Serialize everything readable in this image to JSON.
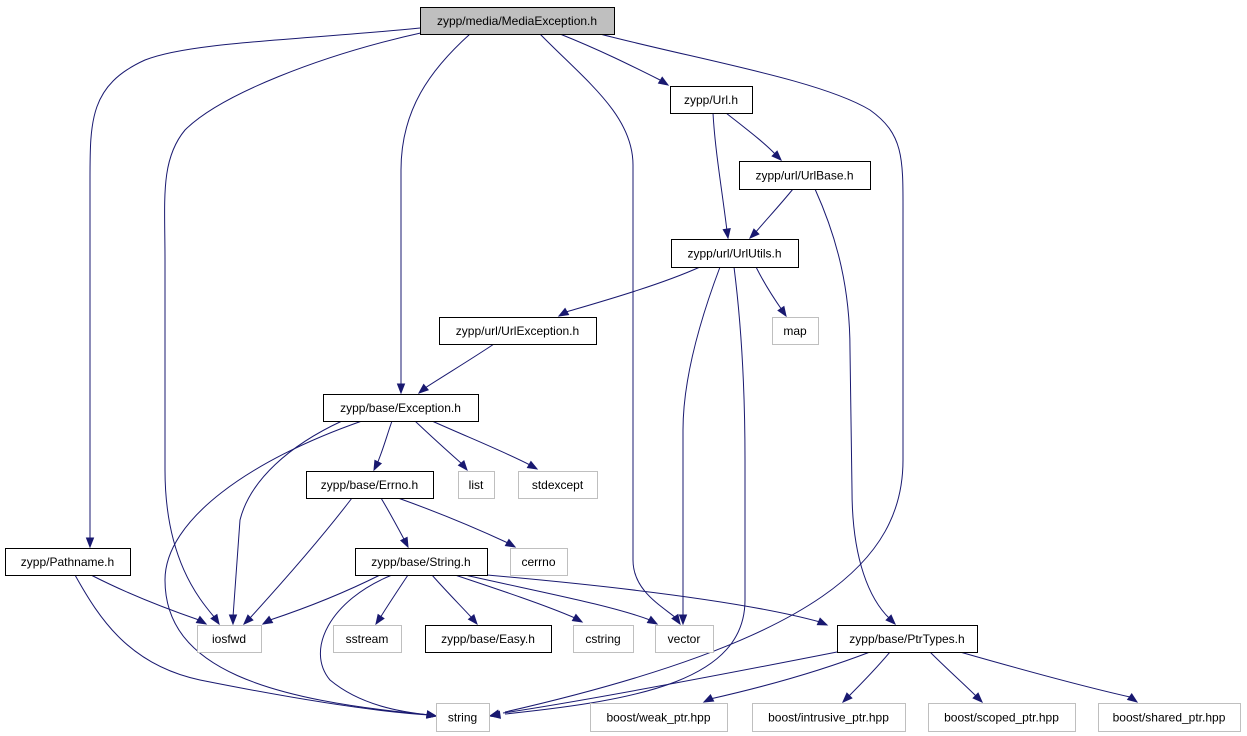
{
  "colors": {
    "edge": "#191970",
    "documented_border": "#000000",
    "external_border": "#bfbfbf",
    "root_fill": "#bfbfbf",
    "node_fill": "#ffffff",
    "documented_text": "#000000",
    "external_text": "#000000"
  },
  "nodes": [
    {
      "id": "media_exception",
      "label": "zypp/media/MediaException.h",
      "kind": "root"
    },
    {
      "id": "url",
      "label": "zypp/Url.h",
      "kind": "documented"
    },
    {
      "id": "url_base",
      "label": "zypp/url/UrlBase.h",
      "kind": "documented"
    },
    {
      "id": "url_utils",
      "label": "zypp/url/UrlUtils.h",
      "kind": "documented"
    },
    {
      "id": "map",
      "label": "map",
      "kind": "external"
    },
    {
      "id": "url_exception",
      "label": "zypp/url/UrlException.h",
      "kind": "documented"
    },
    {
      "id": "base_exception",
      "label": "zypp/base/Exception.h",
      "kind": "documented"
    },
    {
      "id": "errno",
      "label": "zypp/base/Errno.h",
      "kind": "documented"
    },
    {
      "id": "list",
      "label": "list",
      "kind": "external"
    },
    {
      "id": "stdexcept",
      "label": "stdexcept",
      "kind": "external"
    },
    {
      "id": "cerrno",
      "label": "cerrno",
      "kind": "external"
    },
    {
      "id": "pathname",
      "label": "zypp/Pathname.h",
      "kind": "documented"
    },
    {
      "id": "string_h",
      "label": "zypp/base/String.h",
      "kind": "documented"
    },
    {
      "id": "iosfwd",
      "label": "iosfwd",
      "kind": "external"
    },
    {
      "id": "sstream",
      "label": "sstream",
      "kind": "external"
    },
    {
      "id": "easy",
      "label": "zypp/base/Easy.h",
      "kind": "documented"
    },
    {
      "id": "cstring",
      "label": "cstring",
      "kind": "external"
    },
    {
      "id": "vector",
      "label": "vector",
      "kind": "external"
    },
    {
      "id": "ptr_types",
      "label": "zypp/base/PtrTypes.h",
      "kind": "documented"
    },
    {
      "id": "string",
      "label": "string",
      "kind": "external"
    },
    {
      "id": "weak_ptr",
      "label": "boost/weak_ptr.hpp",
      "kind": "external"
    },
    {
      "id": "intrusive_ptr",
      "label": "boost/intrusive_ptr.hpp",
      "kind": "external"
    },
    {
      "id": "scoped_ptr",
      "label": "boost/scoped_ptr.hpp",
      "kind": "external"
    },
    {
      "id": "shared_ptr",
      "label": "boost/shared_ptr.hpp",
      "kind": "external"
    }
  ],
  "edges": [
    {
      "from": "media_exception",
      "to": "pathname"
    },
    {
      "from": "media_exception",
      "to": "iosfwd"
    },
    {
      "from": "media_exception",
      "to": "base_exception"
    },
    {
      "from": "media_exception",
      "to": "vector"
    },
    {
      "from": "media_exception",
      "to": "url"
    },
    {
      "from": "media_exception",
      "to": "string"
    },
    {
      "from": "url",
      "to": "url_base"
    },
    {
      "from": "url",
      "to": "url_utils"
    },
    {
      "from": "url_base",
      "to": "url_utils"
    },
    {
      "from": "url_base",
      "to": "ptr_types"
    },
    {
      "from": "url_utils",
      "to": "url_exception"
    },
    {
      "from": "url_utils",
      "to": "map"
    },
    {
      "from": "url_utils",
      "to": "vector"
    },
    {
      "from": "url_utils",
      "to": "string"
    },
    {
      "from": "url_exception",
      "to": "base_exception"
    },
    {
      "from": "base_exception",
      "to": "errno"
    },
    {
      "from": "base_exception",
      "to": "list"
    },
    {
      "from": "base_exception",
      "to": "stdexcept"
    },
    {
      "from": "base_exception",
      "to": "iosfwd"
    },
    {
      "from": "base_exception",
      "to": "string"
    },
    {
      "from": "errno",
      "to": "string_h"
    },
    {
      "from": "errno",
      "to": "cerrno"
    },
    {
      "from": "errno",
      "to": "iosfwd"
    },
    {
      "from": "pathname",
      "to": "iosfwd"
    },
    {
      "from": "pathname",
      "to": "string"
    },
    {
      "from": "string_h",
      "to": "iosfwd"
    },
    {
      "from": "string_h",
      "to": "sstream"
    },
    {
      "from": "string_h",
      "to": "easy"
    },
    {
      "from": "string_h",
      "to": "cstring"
    },
    {
      "from": "string_h",
      "to": "vector"
    },
    {
      "from": "string_h",
      "to": "ptr_types"
    },
    {
      "from": "string_h",
      "to": "string"
    },
    {
      "from": "ptr_types",
      "to": "string"
    },
    {
      "from": "ptr_types",
      "to": "weak_ptr"
    },
    {
      "from": "ptr_types",
      "to": "intrusive_ptr"
    },
    {
      "from": "ptr_types",
      "to": "scoped_ptr"
    },
    {
      "from": "ptr_types",
      "to": "shared_ptr"
    }
  ]
}
